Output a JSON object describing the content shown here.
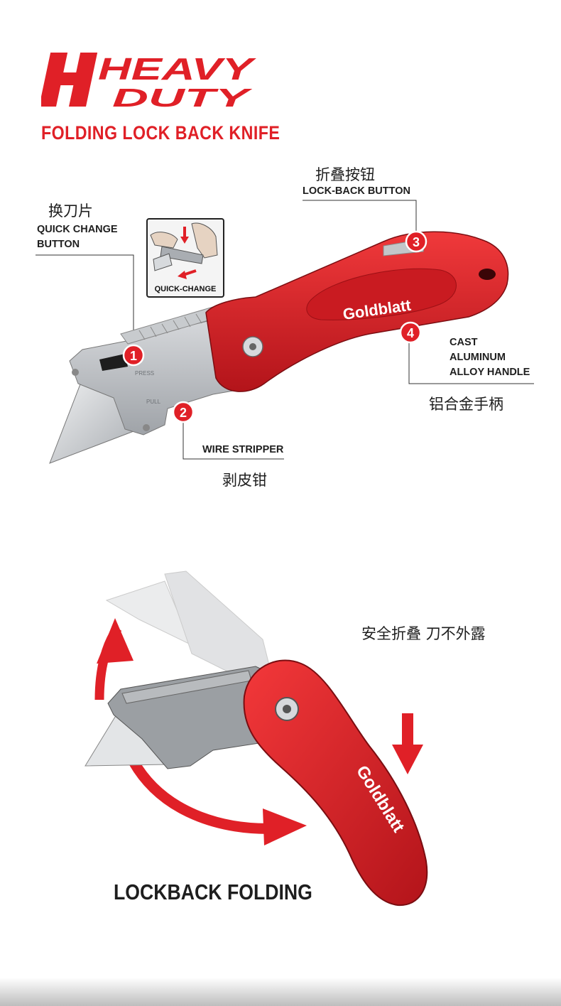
{
  "header": {
    "logo_line1": "HEAVY",
    "logo_line2": "DUTY",
    "subtitle": "FOLDING LOCK BACK KNIFE"
  },
  "brand": "Goldblatt",
  "colors": {
    "accent": "#e02027",
    "text": "#1e1e1e",
    "steel": "#b9bcc0"
  },
  "quick_change_inset": {
    "label": "QUICK-CHANGE",
    "icon": "hand-press-icon"
  },
  "callouts": [
    {
      "number": "1",
      "label_en": "QUICK CHANGE BUTTON",
      "label_en_line1": "QUICK CHANGE",
      "label_en_line2": "BUTTON",
      "label_cn": "换刀片"
    },
    {
      "number": "2",
      "label_en": "WIRE STRIPPER",
      "label_cn": "剥皮钳"
    },
    {
      "number": "3",
      "label_en": "LOCK-BACK BUTTON",
      "label_cn": "折叠按钮"
    },
    {
      "number": "4",
      "label_en": "CAST ALUMINUM ALLOY HANDLE",
      "label_en_line1": "CAST",
      "label_en_line2": "ALUMINUM",
      "label_en_line3": "ALLOY HANDLE",
      "label_cn": "铝合金手柄"
    }
  ],
  "blade_marks": {
    "press": "PRESS",
    "pull": "PULL"
  },
  "folding": {
    "caption_cn": "安全折叠 刀不外露",
    "caption_en": "LOCKBACK FOLDING"
  }
}
